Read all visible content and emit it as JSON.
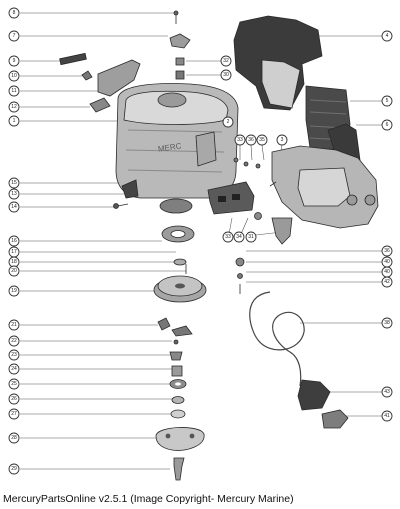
{
  "caption": "MercuryPartsOnline v2.5.1 (Image Copyright- Mercury Marine)",
  "callouts": {
    "l1": "8",
    "l2": "7",
    "l3": "9",
    "l4": "10",
    "l5": "11",
    "l6": "12",
    "l7": "1",
    "l8": "15",
    "l9": "13",
    "l10": "14",
    "l11": "16",
    "l12": "17",
    "l13": "18",
    "l14": "20",
    "l15": "19",
    "l16": "21",
    "l17": "22",
    "l18": "23",
    "l19": "24",
    "l20": "25",
    "l21": "26",
    "l22": "27",
    "l23": "28",
    "l24": "29",
    "r1": "4",
    "r2": "32",
    "r3": "30",
    "r4": "5",
    "r5": "6",
    "r6": "2",
    "r7": "33",
    "r8": "36",
    "r9": "35",
    "r10": "3",
    "r11": "33",
    "r12": "34",
    "r13": "31",
    "r14": "36",
    "r15": "40",
    "r16": "40",
    "r17": "42",
    "r18": "38",
    "r19": "43",
    "r20": "41"
  }
}
